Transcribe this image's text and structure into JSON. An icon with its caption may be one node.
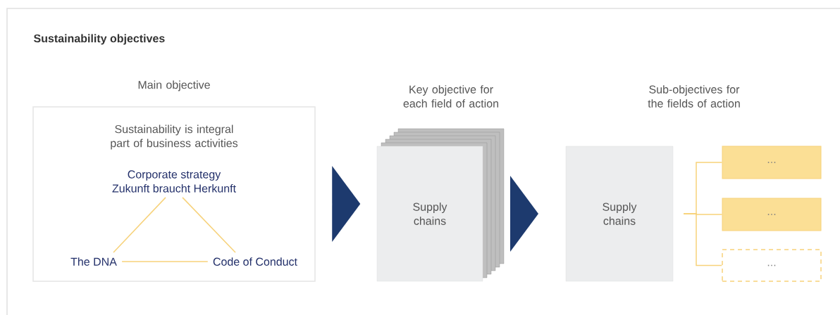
{
  "diagram": {
    "title": "Sustainability objectives",
    "nodes": [
      {
        "text": [
          "Main objective",
          "Sustainability is integral part of business activities"
        ]
      },
      {
        "text": [
          "Corporate strategy",
          "Zukunft braucht Herkunft"
        ],
        "in": 0
      },
      {
        "text": [
          "The DNA"
        ],
        "in": 0
      },
      {
        "text": [
          "Code of Conduct"
        ],
        "in": 0
      },
      {
        "text": [
          "Key objective for each field of action",
          "Supply chains"
        ]
      },
      {
        "text": [
          "Sub-objectives for the fields of action",
          "Supply chains"
        ]
      },
      {
        "text": [
          "..."
        ]
      },
      {
        "text": [
          "..."
        ]
      },
      {
        "text": [
          "..."
        ]
      }
    ],
    "edges": [
      {
        "from": 1,
        "to": 2,
        "arrow": "none"
      },
      {
        "from": 1,
        "to": 3,
        "arrow": "none"
      },
      {
        "from": 2,
        "to": 3,
        "arrow": "none"
      },
      {
        "from": 0,
        "to": 4,
        "arrow": "to",
        "style": "thick",
        "color": "#1d3a6e"
      },
      {
        "from": 4,
        "to": 5,
        "arrow": "to",
        "style": "thick",
        "color": "#1d3a6e"
      },
      {
        "from": 5,
        "to": 6,
        "arrow": "none"
      },
      {
        "from": 5,
        "to": 7,
        "arrow": "none"
      },
      {
        "from": 5,
        "to": 8,
        "arrow": "none"
      }
    ]
  }
}
